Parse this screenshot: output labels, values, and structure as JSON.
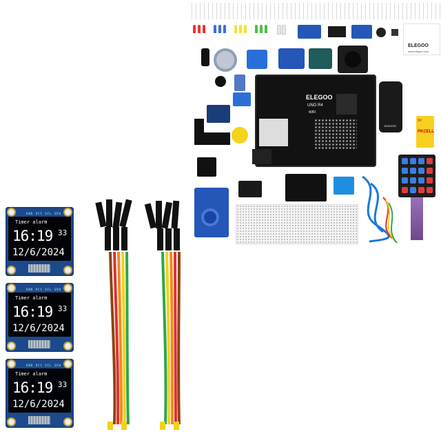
{
  "oled_display": {
    "header": "Timer alarm",
    "time": "16:19",
    "seconds": "33",
    "date": "12/6/2024",
    "pins": "GND VCC SCL SDA"
  },
  "kit": {
    "brand_card": "ELEGOO",
    "brand_url": "www.elegoo.com",
    "board_brand": "ELEGOO",
    "board_model": "UNO R4",
    "board_variant": "WIFI",
    "remote_brand": "ELEGOO",
    "battery_label": "9V",
    "battery_brand": "PKCELL"
  },
  "colors": {
    "pcb_blue": "#1b4a8c",
    "board_black": "#121212",
    "wire_colors": [
      "#8b4513",
      "#e03030",
      "#f08c1e",
      "#f2d21e",
      "#2fa64a"
    ]
  }
}
